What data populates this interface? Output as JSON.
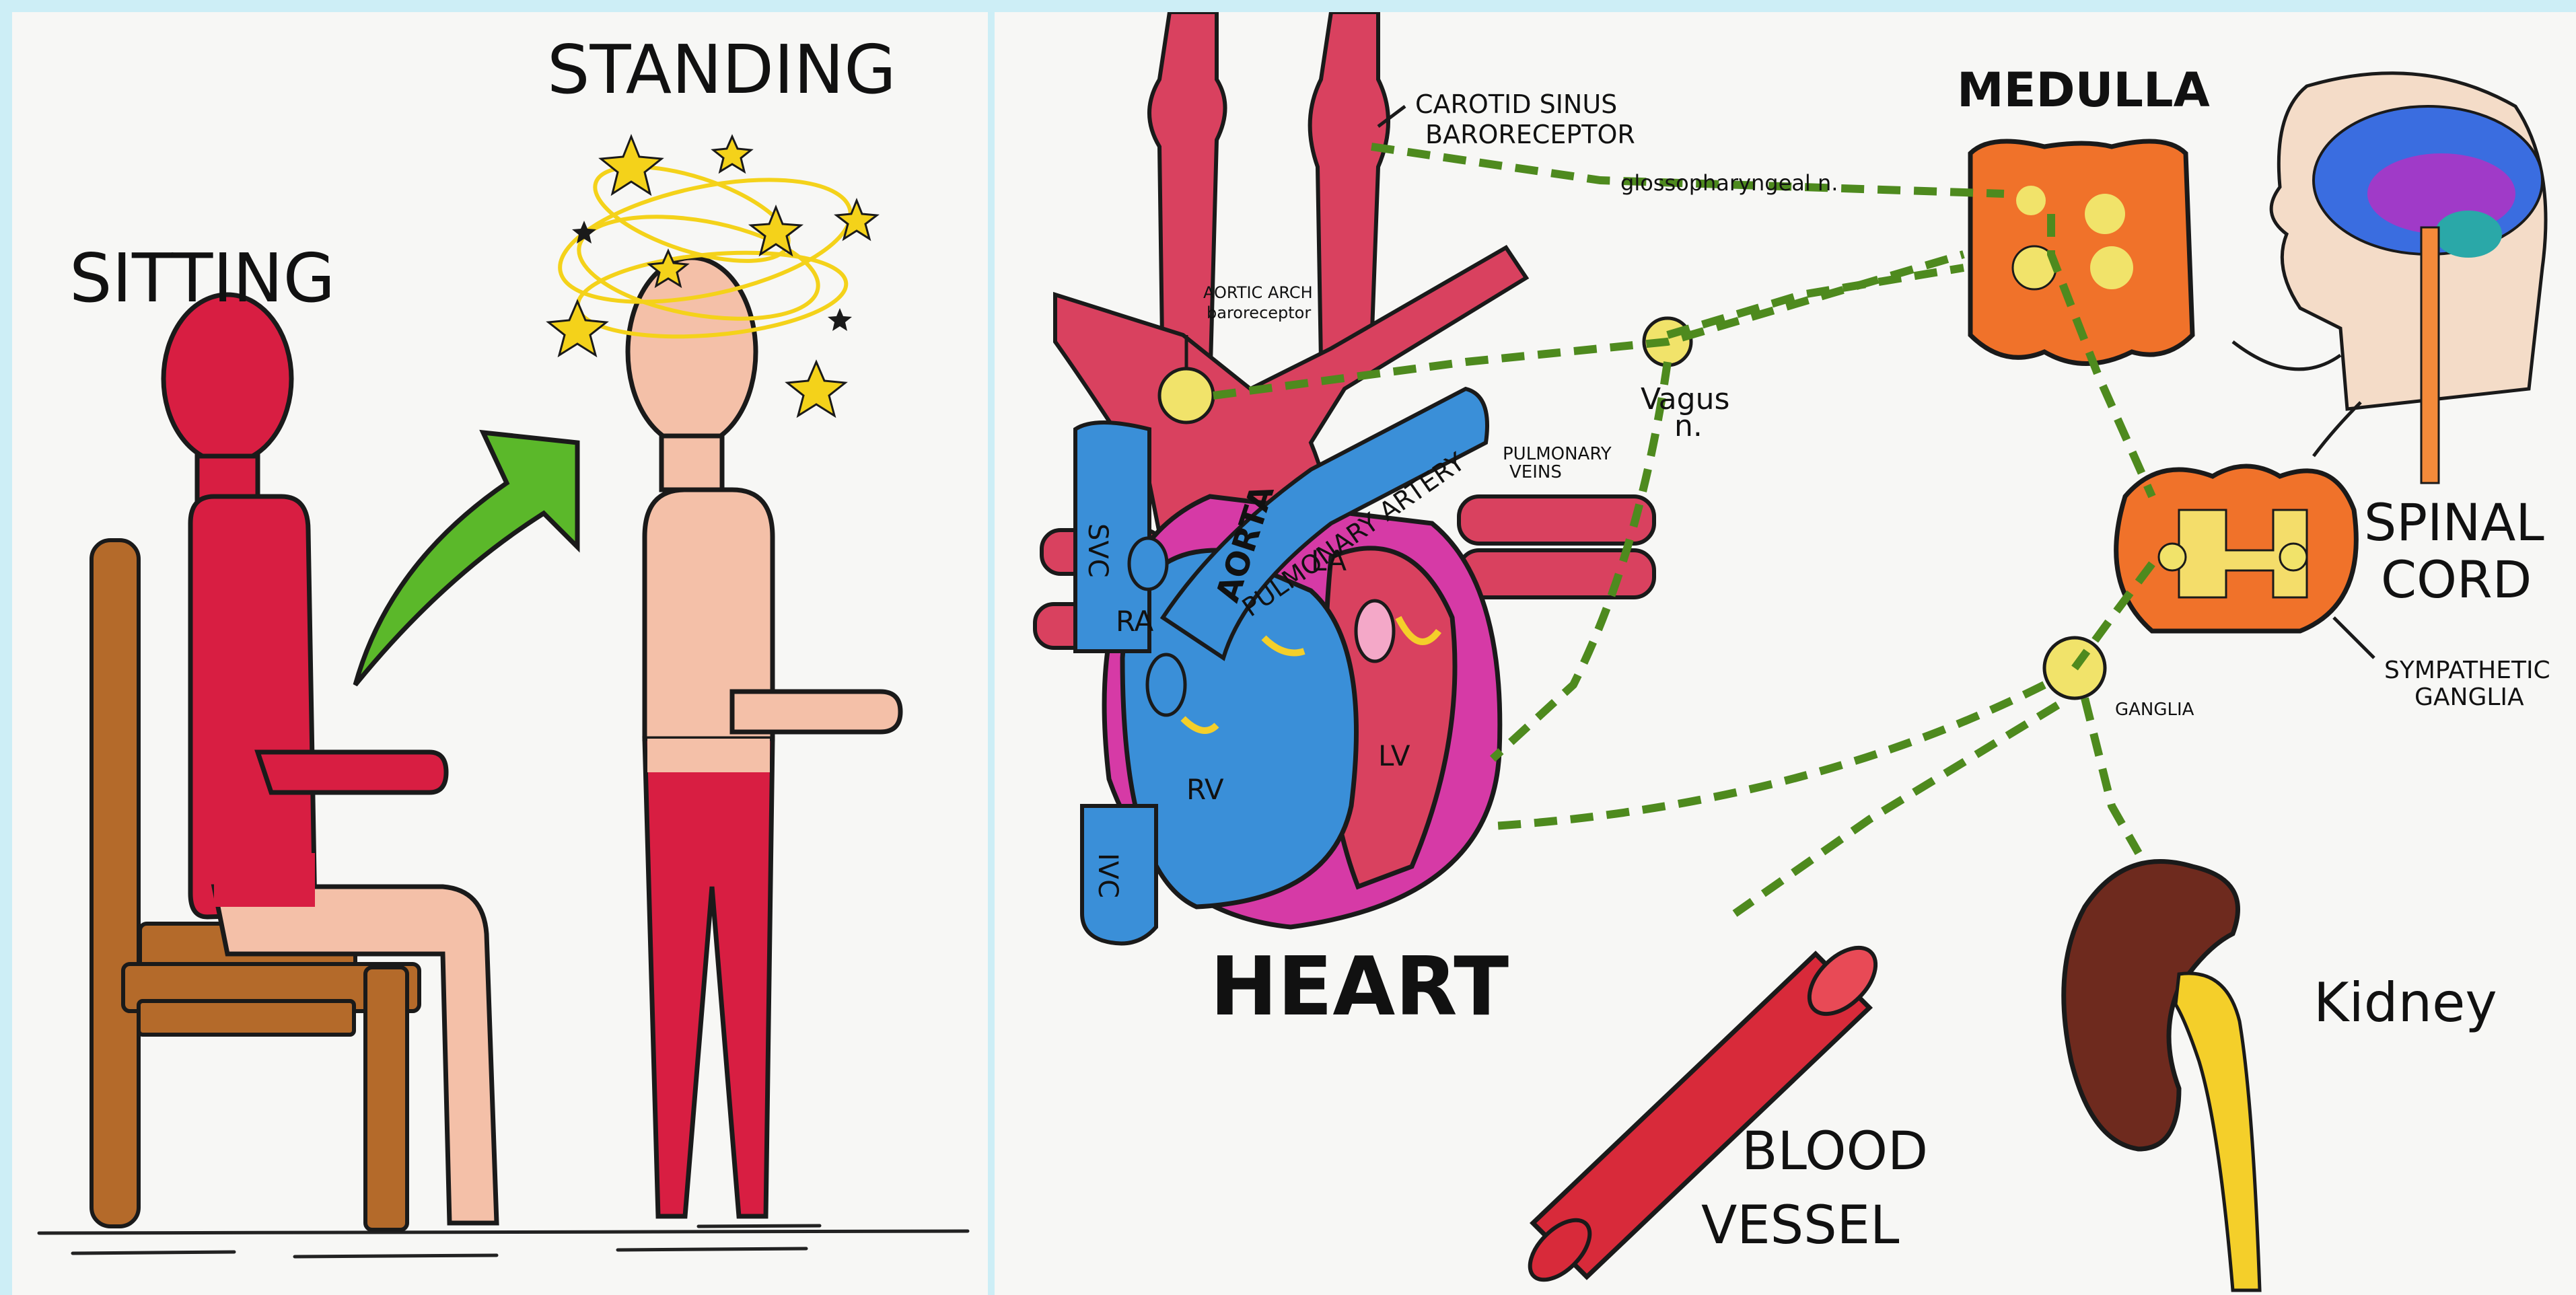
{
  "left_panel": {
    "labels": {
      "sitting": "SITTING",
      "standing": "STANDING"
    }
  },
  "right_panel": {
    "labels": {
      "carotid_line1": "CAROTID SINUS",
      "carotid_line2": "BARORECEPTOR",
      "glossopharyngeal": "glossopharyngeal n.",
      "medulla": "MEDULLA",
      "aortic_arch_line1": "AORTIC ARCH",
      "aortic_arch_line2": "baroreceptor",
      "aorta": "AORTA",
      "pulmonary_artery": "PULMONARY ARTERY",
      "pulmonary_veins_line1": "PULMONARY",
      "pulmonary_veins_line2": "VEINS",
      "vagus_line1": "Vagus",
      "vagus_line2": "n.",
      "svc": "SVC",
      "ivc": "IVC",
      "ra": "RA",
      "rv": "RV",
      "la": "LA",
      "lv": "LV",
      "heart": "HEART",
      "spinal_line1": "SPINAL",
      "spinal_line2": "CORD",
      "ganglia": "GANGLIA",
      "sympathetic_line1": "SYMPATHETIC",
      "sympathetic_line2": "GANGLIA",
      "blood_line1": "BLOOD",
      "blood_line2": "VESSEL",
      "kidney": "Kidney"
    }
  },
  "colors": {
    "frame": "#cdeef6",
    "paper": "#f7f7f5",
    "body_red": "#d81e42",
    "skin": "#f4c0a8",
    "chair": "#b46a2a",
    "arrow_green": "#5bb82a",
    "star_yellow": "#f4d21a",
    "artery_pink": "#d9415f",
    "vein_blue": "#3a8fd8",
    "heart_magenta": "#d63aa6",
    "nerve_green": "#4e8a1e",
    "medulla_orange": "#f0722a",
    "ganglion_yellow": "#f1e36a",
    "kidney_brown": "#6e2a1e",
    "ureter_yellow": "#f4cf2a",
    "vessel_red": "#d82a3a"
  }
}
